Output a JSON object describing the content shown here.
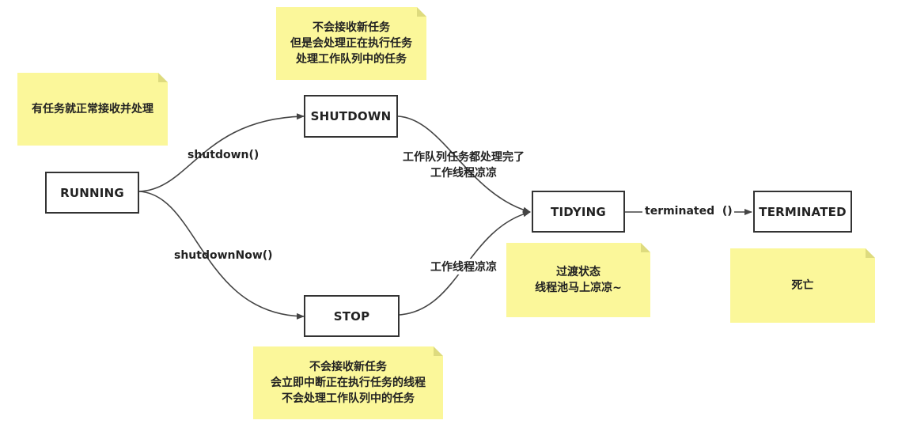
{
  "states": {
    "running": "RUNNING",
    "shutdown": "SHUTDOWN",
    "stop": "STOP",
    "tidying": "TIDYING",
    "terminated": "TERMINATED"
  },
  "transitions": {
    "shutdown_call": "shutdown()",
    "shutdown_now_call": "shutdownNow()",
    "shutdown_to_tidying": [
      "工作队列任务都处理完了",
      "工作线程凉凉"
    ],
    "stop_to_tidying": "工作线程凉凉",
    "terminated_call": "terminated  ()"
  },
  "notes": {
    "running": [
      "有任务就正常接收并处理"
    ],
    "shutdown": [
      "不会接收新任务",
      "但是会处理正在执行任务",
      "处理工作队列中的任务"
    ],
    "stop": [
      "不会接收新任务",
      "会立即中断正在执行任务的线程",
      "不会处理工作队列中的任务"
    ],
    "tidying": [
      "过渡状态",
      "线程池马上凉凉~"
    ],
    "terminated": [
      "死亡"
    ]
  },
  "colors": {
    "note_fill": "#fbf79a",
    "border": "#333333",
    "edge": "#444444"
  }
}
